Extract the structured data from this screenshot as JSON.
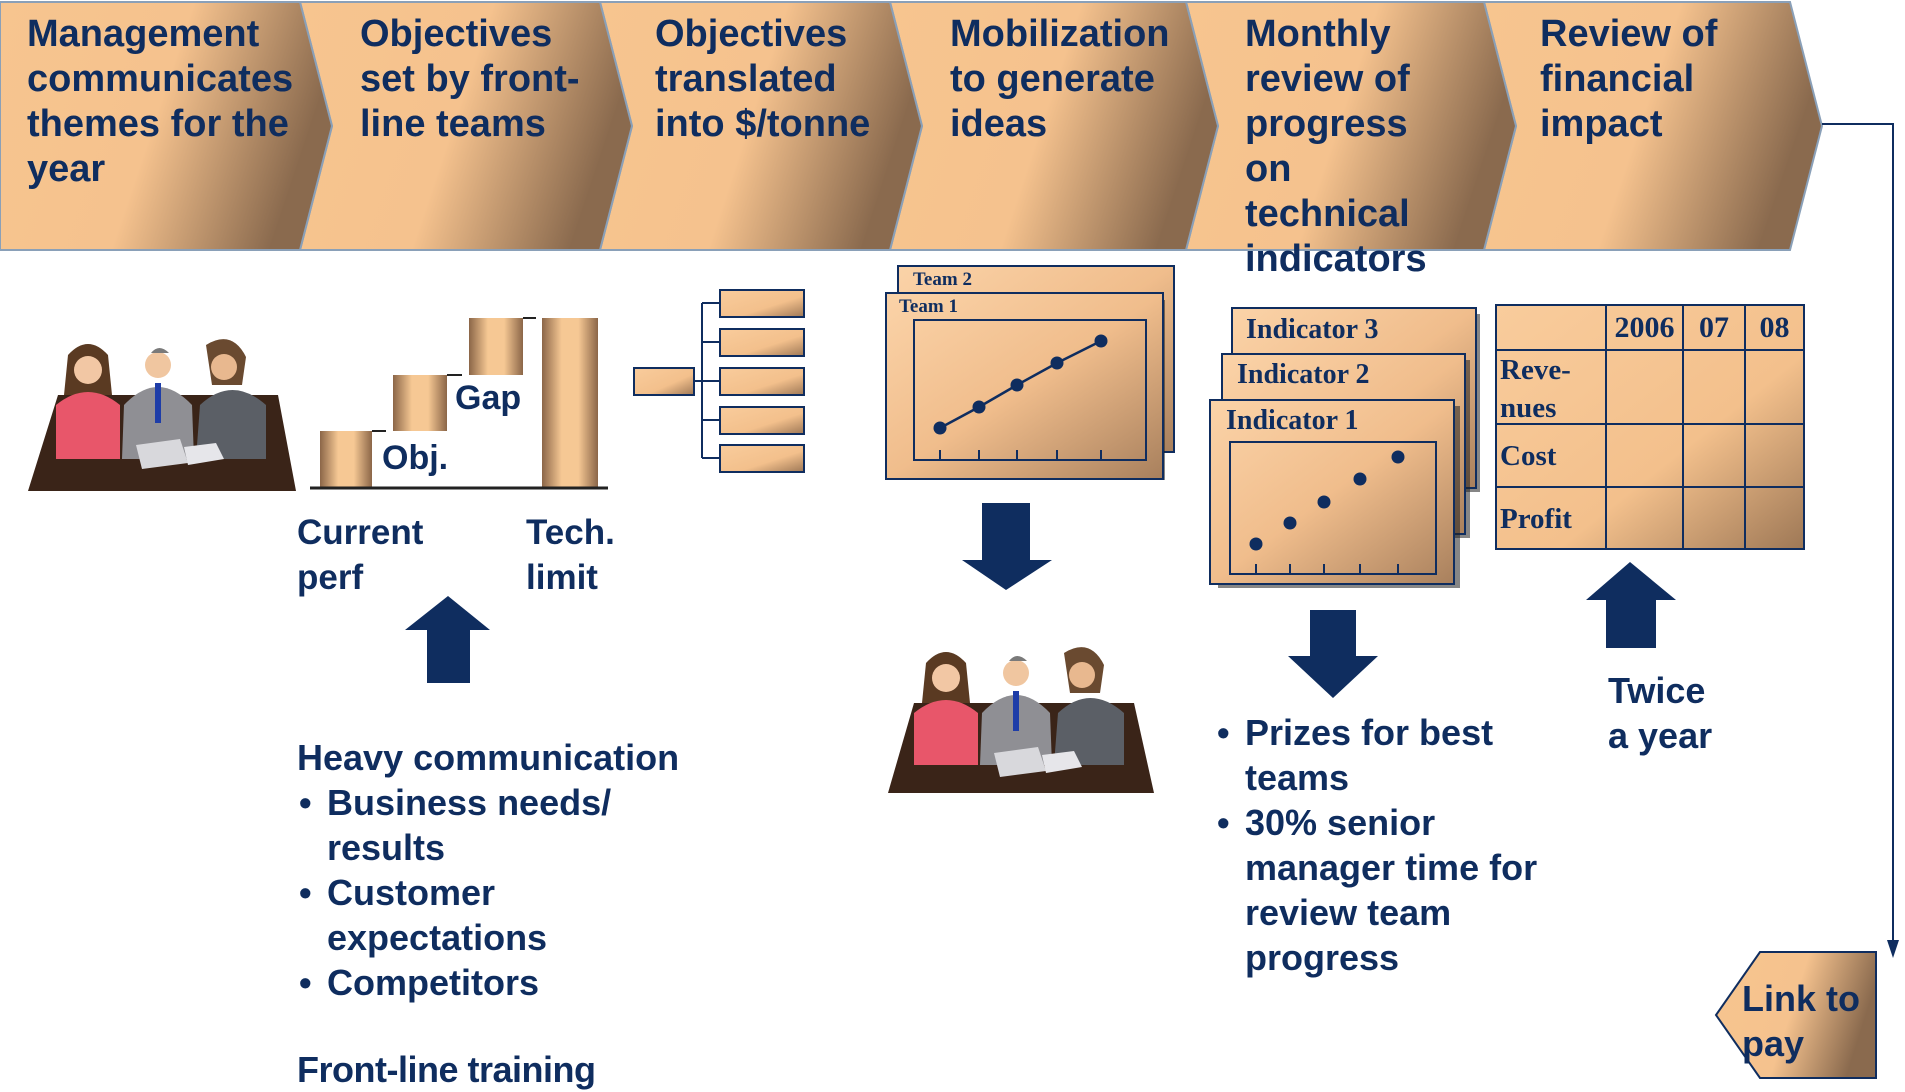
{
  "steps": [
    {
      "label": "Management communicates themes for the year"
    },
    {
      "label": "Objectives set by front-line teams"
    },
    {
      "label": "Objectives translated into $/tonne"
    },
    {
      "label": "Mobilization to generate ideas"
    },
    {
      "label": "Monthly review of progress on technical indicators"
    },
    {
      "label": "Review of financial impact"
    }
  ],
  "objectives_chart": {
    "gap_label": "Gap",
    "obj_label": "Obj.",
    "current_label": "Current perf",
    "tech_label": "Tech. limit"
  },
  "communication": {
    "heading": "Heavy communication",
    "bullets": [
      "Business needs/ results",
      "Customer expectations",
      "Competitors"
    ],
    "training": "Front-line training"
  },
  "teams": {
    "team1": "Team 1",
    "team2": "Team 2"
  },
  "indicators": {
    "labels": [
      "Indicator 1",
      "Indicator 2",
      "Indicator 3"
    ]
  },
  "rewards": {
    "bullets": [
      "Prizes for best teams",
      "30% senior manager time for review team progress"
    ]
  },
  "financial_table": {
    "years": [
      "2006",
      "07",
      "08"
    ],
    "rows": [
      "Reve-nues",
      "Cost",
      "Profit"
    ]
  },
  "frequency": "Twice a year",
  "link_to_pay": "Link to pay",
  "colors": {
    "navy": "#0f2d5f",
    "tan": "#f8c896",
    "tan_dark": "#a07248",
    "arrow": "#0f2d5f"
  }
}
